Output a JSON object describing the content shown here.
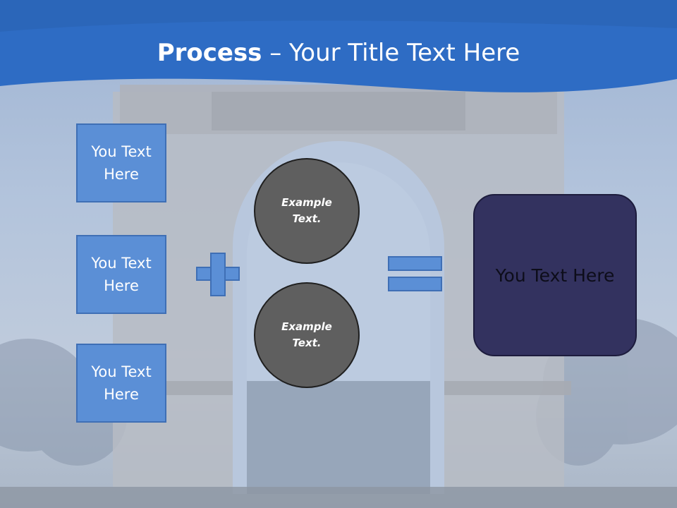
{
  "title": {
    "bold": "Process",
    "rest": " – Your Title Text Here"
  },
  "left_boxes": [
    {
      "label": "You Text Here"
    },
    {
      "label": "You Text Here"
    },
    {
      "label": "You Text Here"
    }
  ],
  "circles": [
    {
      "label": "Example Text."
    },
    {
      "label": "Example Text."
    }
  ],
  "result_box": {
    "label": "You Text Here"
  },
  "colors": {
    "header_blue": "#2e6cc4",
    "box_blue": "#5b8fd6",
    "circle_gray": "#5f5f5f",
    "result_navy": "#33325f"
  }
}
